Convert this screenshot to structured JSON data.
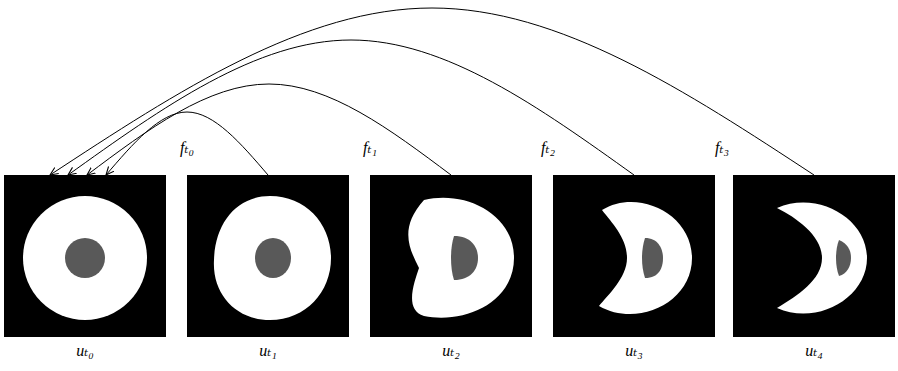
{
  "diagram": {
    "nodes": [
      {
        "text": [
          "uₜ₀"
        ]
      },
      {
        "text": [
          "uₜ₁"
        ]
      },
      {
        "text": [
          "uₜ₂"
        ]
      },
      {
        "text": [
          "uₜ₃"
        ]
      },
      {
        "text": [
          "uₜ₄"
        ]
      }
    ],
    "edges": [
      {
        "from": 1,
        "to": 0,
        "arrow": "to",
        "label": "fₜ₀"
      },
      {
        "from": 2,
        "to": 0,
        "arrow": "to",
        "label": "fₜ₁"
      },
      {
        "from": 3,
        "to": 0,
        "arrow": "to",
        "label": "fₜ₂"
      },
      {
        "from": 4,
        "to": 0,
        "arrow": "to",
        "label": "fₜ₃"
      }
    ]
  }
}
